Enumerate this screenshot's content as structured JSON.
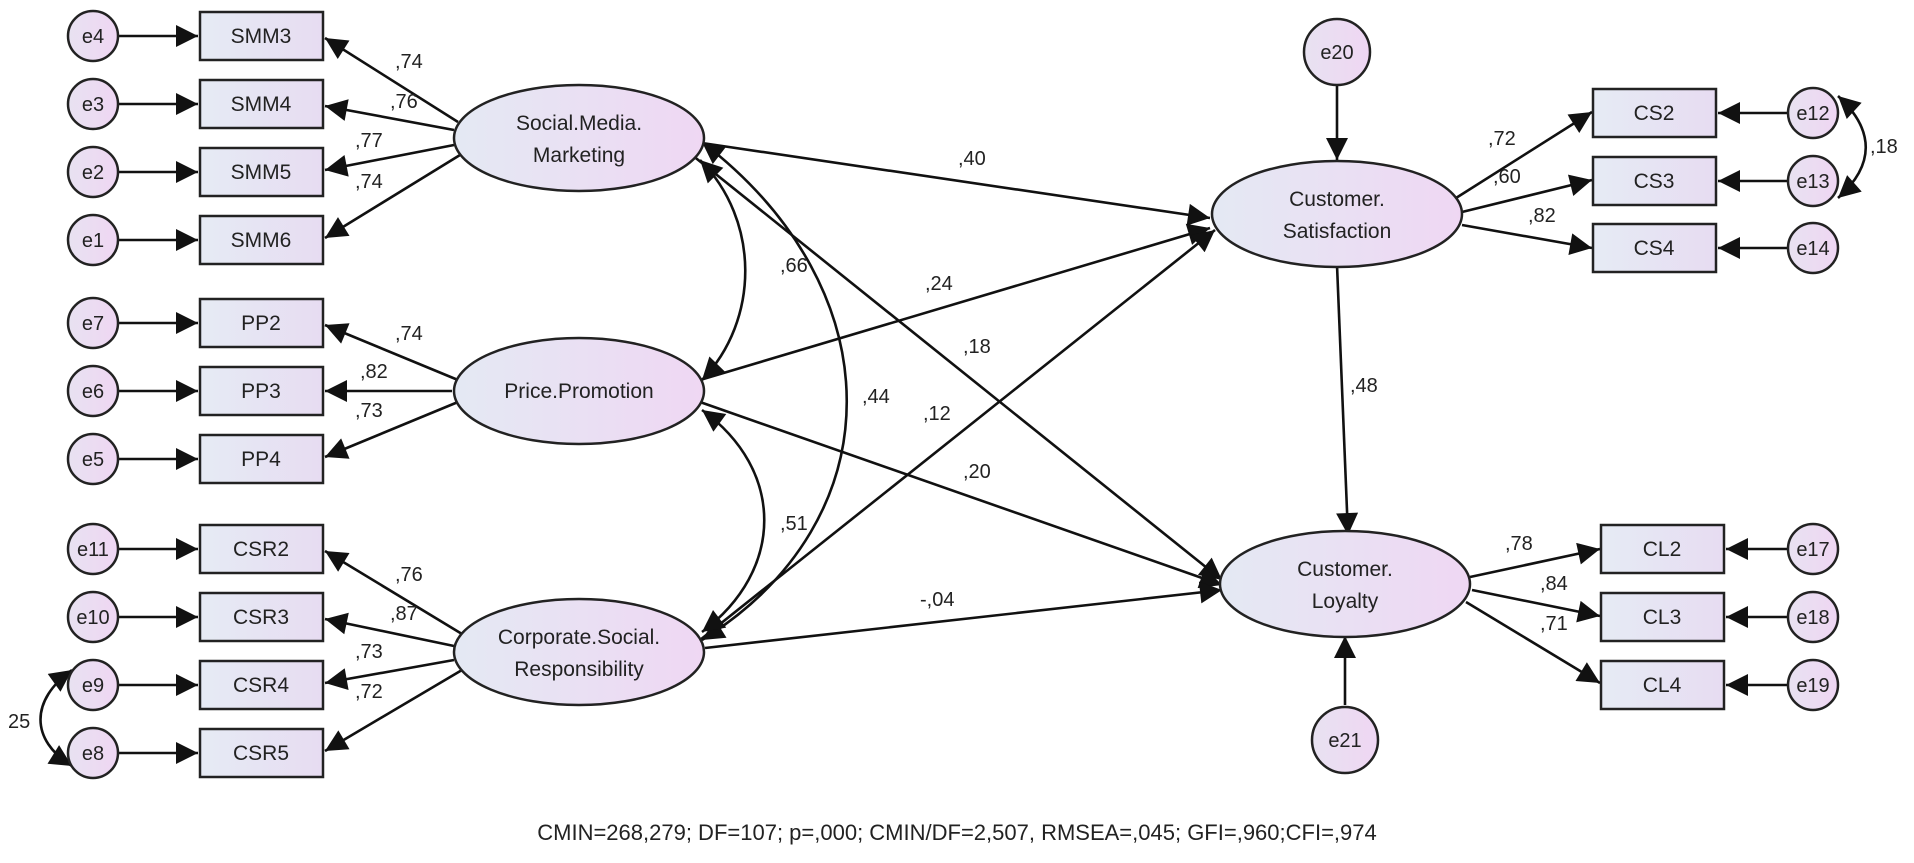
{
  "latents": {
    "smm": {
      "line1": "Social.Media.",
      "line2": "Marketing"
    },
    "pp": {
      "line1": "Price.Promotion"
    },
    "csr": {
      "line1": "Corporate.Social.",
      "line2": "Responsibility"
    },
    "cs": {
      "line1": "Customer.",
      "line2": "Satisfaction"
    },
    "cl": {
      "line1": "Customer.",
      "line2": "Loyalty"
    }
  },
  "indicators": [
    {
      "id": "smm3",
      "label": "SMM3",
      "error": "e4",
      "loading": ",74"
    },
    {
      "id": "smm4",
      "label": "SMM4",
      "error": "e3",
      "loading": ",76"
    },
    {
      "id": "smm5",
      "label": "SMM5",
      "error": "e2",
      "loading": ",77"
    },
    {
      "id": "smm6",
      "label": "SMM6",
      "error": "e1",
      "loading": ",74"
    },
    {
      "id": "pp2",
      "label": "PP2",
      "error": "e7",
      "loading": ",74"
    },
    {
      "id": "pp3",
      "label": "PP3",
      "error": "e6",
      "loading": ",82"
    },
    {
      "id": "pp4",
      "label": "PP4",
      "error": "e5",
      "loading": ",73"
    },
    {
      "id": "csr2",
      "label": "CSR2",
      "error": "e11",
      "loading": ",76"
    },
    {
      "id": "csr3",
      "label": "CSR3",
      "error": "e10",
      "loading": ",87"
    },
    {
      "id": "csr4",
      "label": "CSR4",
      "error": "e9",
      "loading": ",73"
    },
    {
      "id": "csr5",
      "label": "CSR5",
      "error": "e8",
      "loading": ",72"
    },
    {
      "id": "cs2",
      "label": "CS2",
      "error": "e12",
      "loading": ",72"
    },
    {
      "id": "cs3",
      "label": "CS3",
      "error": "e13",
      "loading": ",60"
    },
    {
      "id": "cs4",
      "label": "CS4",
      "error": "e14",
      "loading": ",82"
    },
    {
      "id": "cl2",
      "label": "CL2",
      "error": "e17",
      "loading": ",78"
    },
    {
      "id": "cl3",
      "label": "CL3",
      "error": "e18",
      "loading": ",84"
    },
    {
      "id": "cl4",
      "label": "CL4",
      "error": "e19",
      "loading": ",71"
    }
  ],
  "disturbances": {
    "cs": "e20",
    "cl": "e21"
  },
  "paths": {
    "smm_cs": ",40",
    "pp_cs": ",24",
    "smm_cl": ",18",
    "csr_cs": ",12",
    "pp_cl": ",20",
    "csr_cl": "-,04",
    "cs_cl": ",48"
  },
  "correlations": {
    "smm_pp": ",66",
    "smm_csr": ",44",
    "pp_csr": ",51",
    "e12_e13": ",18",
    "e9_e8": "25"
  },
  "fit_indices": "CMIN=268,279; DF=107; p=,000; CMIN/DF=2,507, RMSEA=,045; GFI=,960;CFI=,974",
  "colors": {
    "lavender": "#ecd9f3",
    "box_light": "#e9edf5",
    "stroke": "#222222"
  }
}
